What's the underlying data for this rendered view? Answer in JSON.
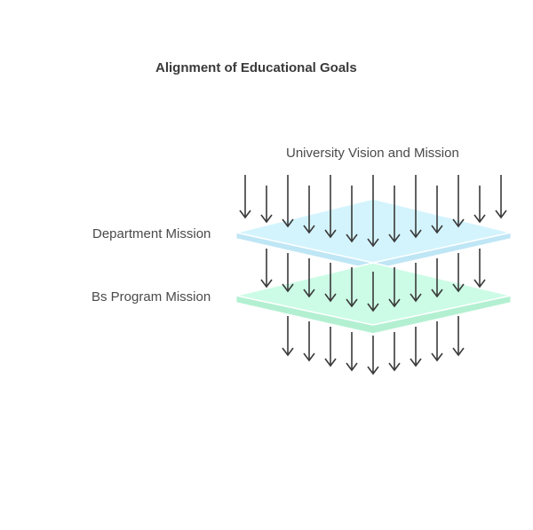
{
  "title": "Alignment of Educational Goals",
  "top_label": "University Vision and Mission",
  "layers": [
    {
      "label": "Department Mission",
      "color": "#d4f4fd"
    },
    {
      "label": "Bs Program Mission",
      "color": "#ccfce6"
    }
  ],
  "arrow_color": "#3a3a3a"
}
